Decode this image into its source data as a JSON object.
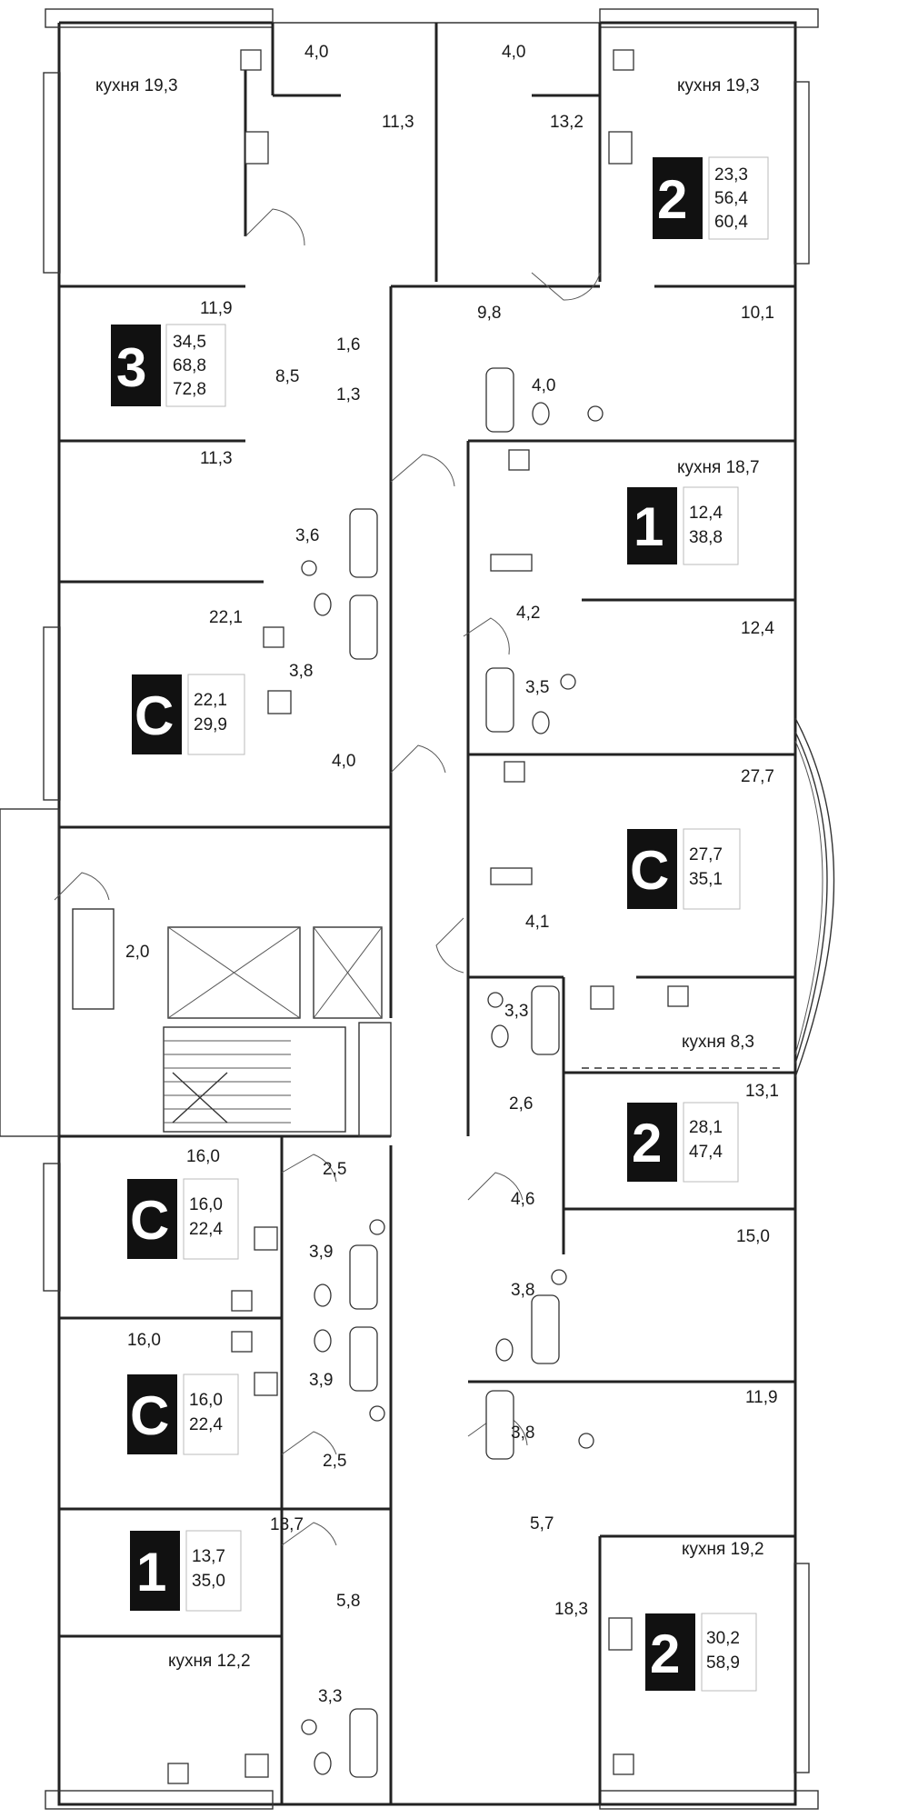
{
  "top": {
    "balcony_left": "4,0",
    "balcony_right": "4,0"
  },
  "rooms": {
    "kitchen_tl": "кухня 19,3",
    "kitchen_tr": "кухня 19,3",
    "r_11_3_top": "11,3",
    "r_13_2": "13,2",
    "r_11_9_left": "11,9",
    "r_9_8": "9,8",
    "r_10_1": "10,1",
    "r_1_6": "1,6",
    "r_4_0_bath": "4,0",
    "r_8_5": "8,5",
    "r_1_3": "1,3",
    "r_11_3_left": "11,3",
    "kitchen_18_7": "кухня 18,7",
    "r_3_6": "3,6",
    "r_22_1": "22,1",
    "r_4_2": "4,2",
    "r_12_4": "12,4",
    "r_3_8_a": "3,8",
    "r_3_5": "3,5",
    "r_4_0_hall": "4,0",
    "r_27_7": "27,7",
    "r_2_0": "2,0",
    "r_4_1": "4,1",
    "r_3_3_right": "3,3",
    "kitchen_8_3": "кухня 8,3",
    "r_13_1": "13,1",
    "r_2_6": "2,6",
    "r_16_0_a": "16,0",
    "r_2_5_a": "2,5",
    "r_4_6": "4,6",
    "r_15_0": "15,0",
    "r_3_9_a": "3,9",
    "r_3_8_b": "3,8",
    "r_16_0_b": "16,0",
    "r_3_9_b": "3,9",
    "r_11_9_right": "11,9",
    "r_3_8_c": "3,8",
    "r_2_5_b": "2,5",
    "r_5_7": "5,7",
    "r_13_7": "13,7",
    "kitchen_19_2": "кухня 19,2",
    "r_5_8": "5,8",
    "r_18_3": "18,3",
    "kitchen_12_2": "кухня 12,2",
    "r_3_3_left": "3,3"
  },
  "apartments": [
    {
      "type": "3",
      "living": "34,5",
      "total": "68,8",
      "total2": "72,8"
    },
    {
      "type": "2",
      "living": "23,3",
      "total": "56,4",
      "total2": "60,4"
    },
    {
      "type": "1",
      "living": "12,4",
      "total": "38,8"
    },
    {
      "type": "C",
      "living": "22,1",
      "total": "29,9"
    },
    {
      "type": "C",
      "living": "27,7",
      "total": "35,1"
    },
    {
      "type": "2",
      "living": "28,1",
      "total": "47,4"
    },
    {
      "type": "C",
      "living": "16,0",
      "total": "22,4"
    },
    {
      "type": "C",
      "living": "16,0",
      "total": "22,4"
    },
    {
      "type": "1",
      "living": "13,7",
      "total": "35,0"
    },
    {
      "type": "2",
      "living": "30,2",
      "total": "58,9"
    }
  ]
}
